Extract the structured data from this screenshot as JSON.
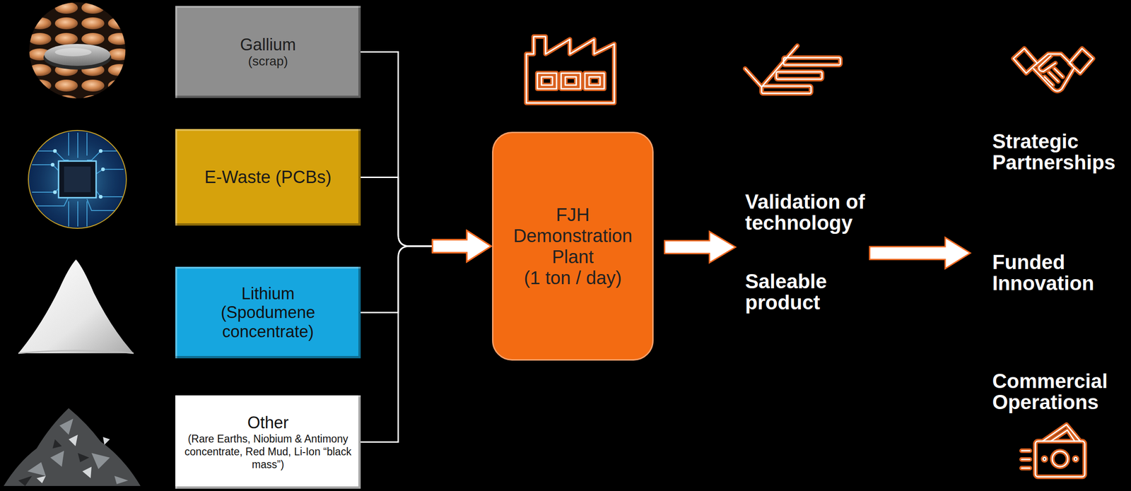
{
  "diagram": {
    "nodes": [
      {
        "text": [
          "Gallium",
          "(scrap)"
        ]
      },
      {
        "text": [
          "E-Waste (PCBs)"
        ]
      },
      {
        "text": [
          "Lithium (Spodumene concentrate)"
        ]
      },
      {
        "text": [
          "Other",
          "(Rare Earths, Niobium & Antimony concentrate, Red Mud, Li-Ion “black mass”)"
        ]
      },
      {
        "text": [
          "FJH Demonstration Plant",
          "(1 ton / day)"
        ]
      }
    ],
    "edges": [
      {
        "from": 0,
        "to": 4,
        "arrow": "to"
      },
      {
        "from": 1,
        "to": 4,
        "arrow": "to"
      },
      {
        "from": 2,
        "to": 4,
        "arrow": "to"
      },
      {
        "from": 3,
        "to": 4,
        "arrow": "to"
      }
    ],
    "labels": [
      "Validation of technology",
      "Saleable product",
      "Strategic Partnerships",
      "Funded Innovation",
      "Commercial Operations"
    ]
  }
}
